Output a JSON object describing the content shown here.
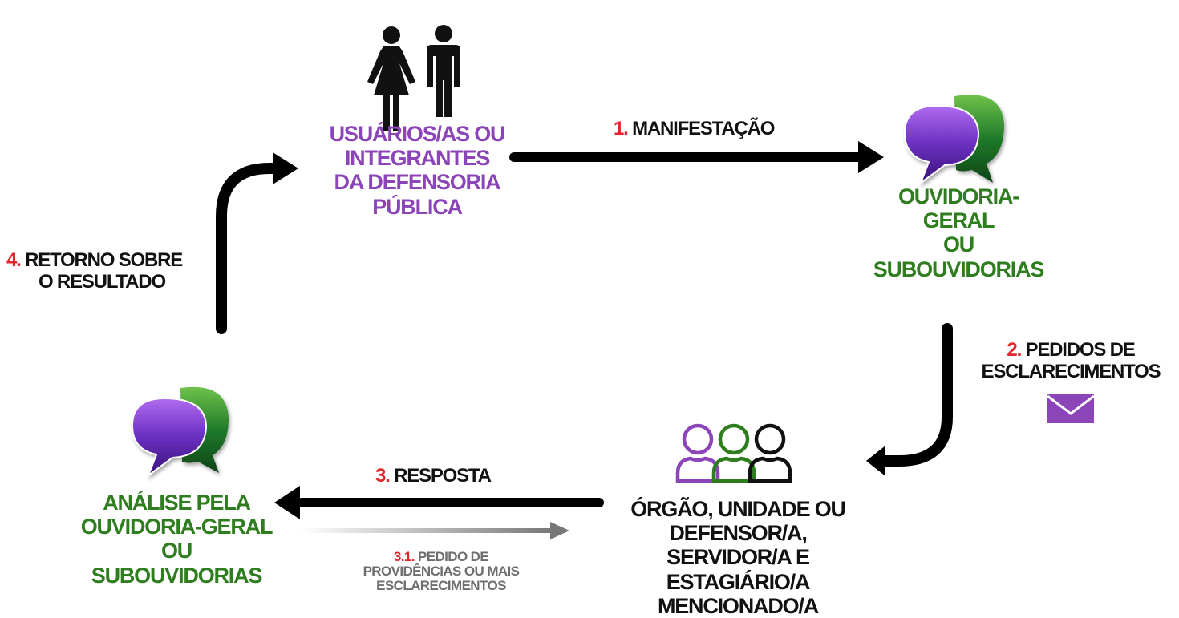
{
  "nodes": {
    "users": {
      "lines": [
        "USUÁRIOS/AS OU",
        "INTEGRANTES",
        "DA DEFENSORIA",
        "PÚBLICA"
      ]
    },
    "ombudsman": {
      "lines": [
        "OUVIDORIA-",
        "GERAL",
        "OU",
        "SUBOUVIDORIAS"
      ]
    },
    "organ": {
      "lines": [
        "ÓRGÃO, UNIDADE OU",
        "DEFENSOR/A,",
        "SERVIDOR/A E ESTAGIÁRIO/A",
        "MENCIONADO/A"
      ]
    },
    "analysis": {
      "lines": [
        "ANÁLISE PELA",
        "OUVIDORIA-GERAL",
        "OU",
        "SUBOUVIDORIAS"
      ]
    }
  },
  "steps": {
    "s1": {
      "num": "1.",
      "label": "MANIFESTAÇÃO"
    },
    "s2": {
      "num": "2.",
      "line1": "PEDIDOS DE",
      "line2": "ESCLARECIMENTOS"
    },
    "s3": {
      "num": "3.",
      "label": "RESPOSTA"
    },
    "s31": {
      "num": "3.1.",
      "line1": "PEDIDO DE",
      "line2": "PROVIDÊNCIAS OU MAIS",
      "line3": "ESCLARECIMENTOS"
    },
    "s4": {
      "num": "4.",
      "line1": "RETORNO SOBRE",
      "line2": "O RESULTADO"
    }
  },
  "colors": {
    "purple": "#8B45B8",
    "green": "#2E7D1E",
    "red": "#E3262B",
    "black": "#111111",
    "grey": "#7a7a7a"
  },
  "icons": [
    "people-icon",
    "chat-bubbles-icon",
    "envelope-icon",
    "group-icon"
  ]
}
